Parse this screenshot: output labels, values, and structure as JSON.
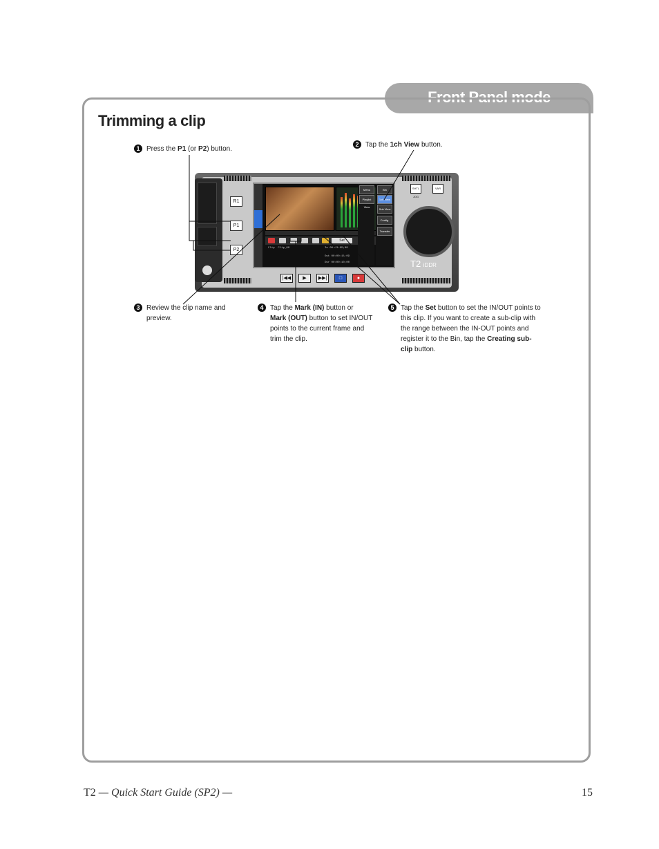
{
  "header": {
    "section_tab": "Front Panel mode"
  },
  "page_title": "Trimming a clip",
  "steps": [
    {
      "num": "1",
      "pre": "Press the ",
      "b1": "P1",
      "mid": " (or ",
      "b2": "P2",
      "post": ") button."
    },
    {
      "num": "2",
      "pre": "Tap the ",
      "b1": "1ch View",
      "post": " button."
    },
    {
      "num": "3",
      "line1": "Review the clip name and",
      "line2": "preview."
    },
    {
      "num": "4",
      "pre": "Tap the ",
      "b1": "Mark (IN)",
      "mid": " button or",
      "b2": "Mark (OUT)",
      "post": " button to set IN/OUT",
      "line3": "points to the current frame and",
      "line4": "trim the clip."
    },
    {
      "num": "5",
      "pre": "Tap the ",
      "b1": "Set",
      "post": " button to set the IN/OUT points to",
      "line2": "this clip. If you want to create a sub-clip with",
      "line3": "the range between the IN-OUT points and",
      "line4pre": "register it to the Bin, tap the ",
      "b2": "Creating sub-",
      "b3": "clip",
      "post5": " button."
    }
  ],
  "device": {
    "buttons": {
      "r1": "R1",
      "p1": "P1",
      "p2": "P2"
    },
    "menu": [
      "Menu",
      "Playlist View",
      "Bin",
      "1ch View",
      "Sub View",
      "Config.",
      "Transfer"
    ],
    "screen": {
      "clip_label": "Clip",
      "clip_name": "Clip_09",
      "set_label": "Set",
      "in_label": "In",
      "in_tc": "00:00:05;09",
      "out_label": "Out",
      "out_tc": "00:00:15;09",
      "dur_label": "Dur",
      "dur_tc": "00:00:10;00"
    },
    "top_buttons": {
      "shtl": "SHTL JOG",
      "var": "VAR"
    },
    "brand": "T2",
    "brand_sub": "iDDR"
  },
  "footer": {
    "product": "T2",
    "guide": " — Quick Start Guide (SP2) —",
    "page_number": "15"
  },
  "colors": {
    "tab_gray": "#a8a8a8",
    "frame_gray": "#9e9e9e",
    "active_blue": "#5c8fe0",
    "record_red": "#d83a3a",
    "stop_blue": "#2a56b8"
  }
}
